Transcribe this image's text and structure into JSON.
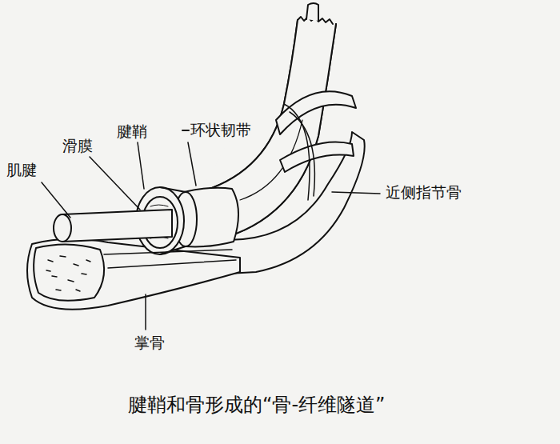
{
  "diagram": {
    "caption": "腱鞘和骨形成的“骨-纤维隧道”",
    "labels": [
      "肌腱",
      "滑膜",
      "腱鞘",
      "环状韧带",
      "近侧指节骨",
      "掌骨"
    ]
  }
}
